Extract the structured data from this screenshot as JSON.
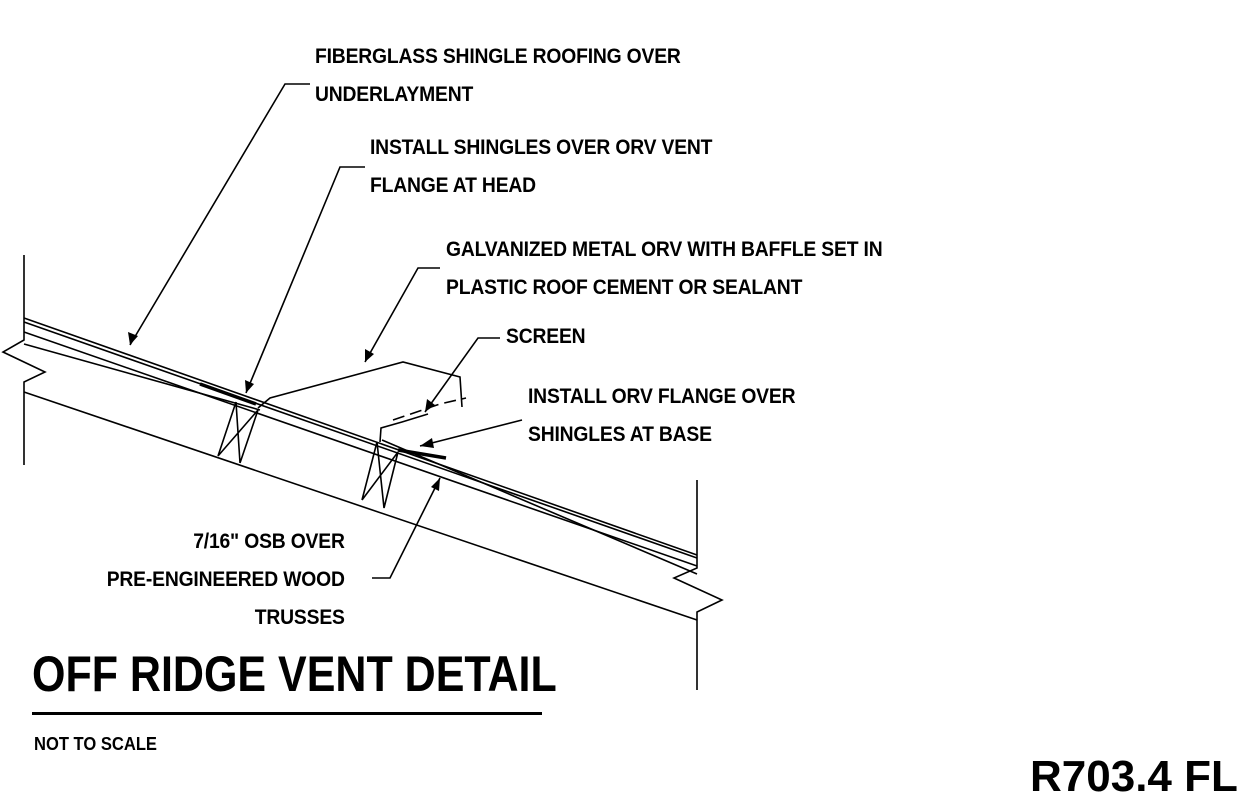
{
  "labels": {
    "roofing": [
      "FIBERGLASS SHINGLE ROOFING OVER",
      "UNDERLAYMENT"
    ],
    "shingles_head": [
      "INSTALL SHINGLES OVER ORV VENT",
      "FLANGE AT HEAD"
    ],
    "orv": [
      "GALVANIZED METAL ORV WITH BAFFLE SET IN",
      "PLASTIC ROOF CEMENT OR SEALANT"
    ],
    "screen": "SCREEN",
    "flange_base": [
      "INSTALL ORV FLANGE OVER",
      "SHINGLES AT BASE"
    ],
    "osb": [
      "7/16\" OSB OVER",
      "PRE-ENGINEERED WOOD",
      "TRUSSES"
    ]
  },
  "title": "OFF RIDGE VENT DETAIL",
  "subtitle": "NOT TO SCALE",
  "sheet_ref": "R703.4 FL"
}
